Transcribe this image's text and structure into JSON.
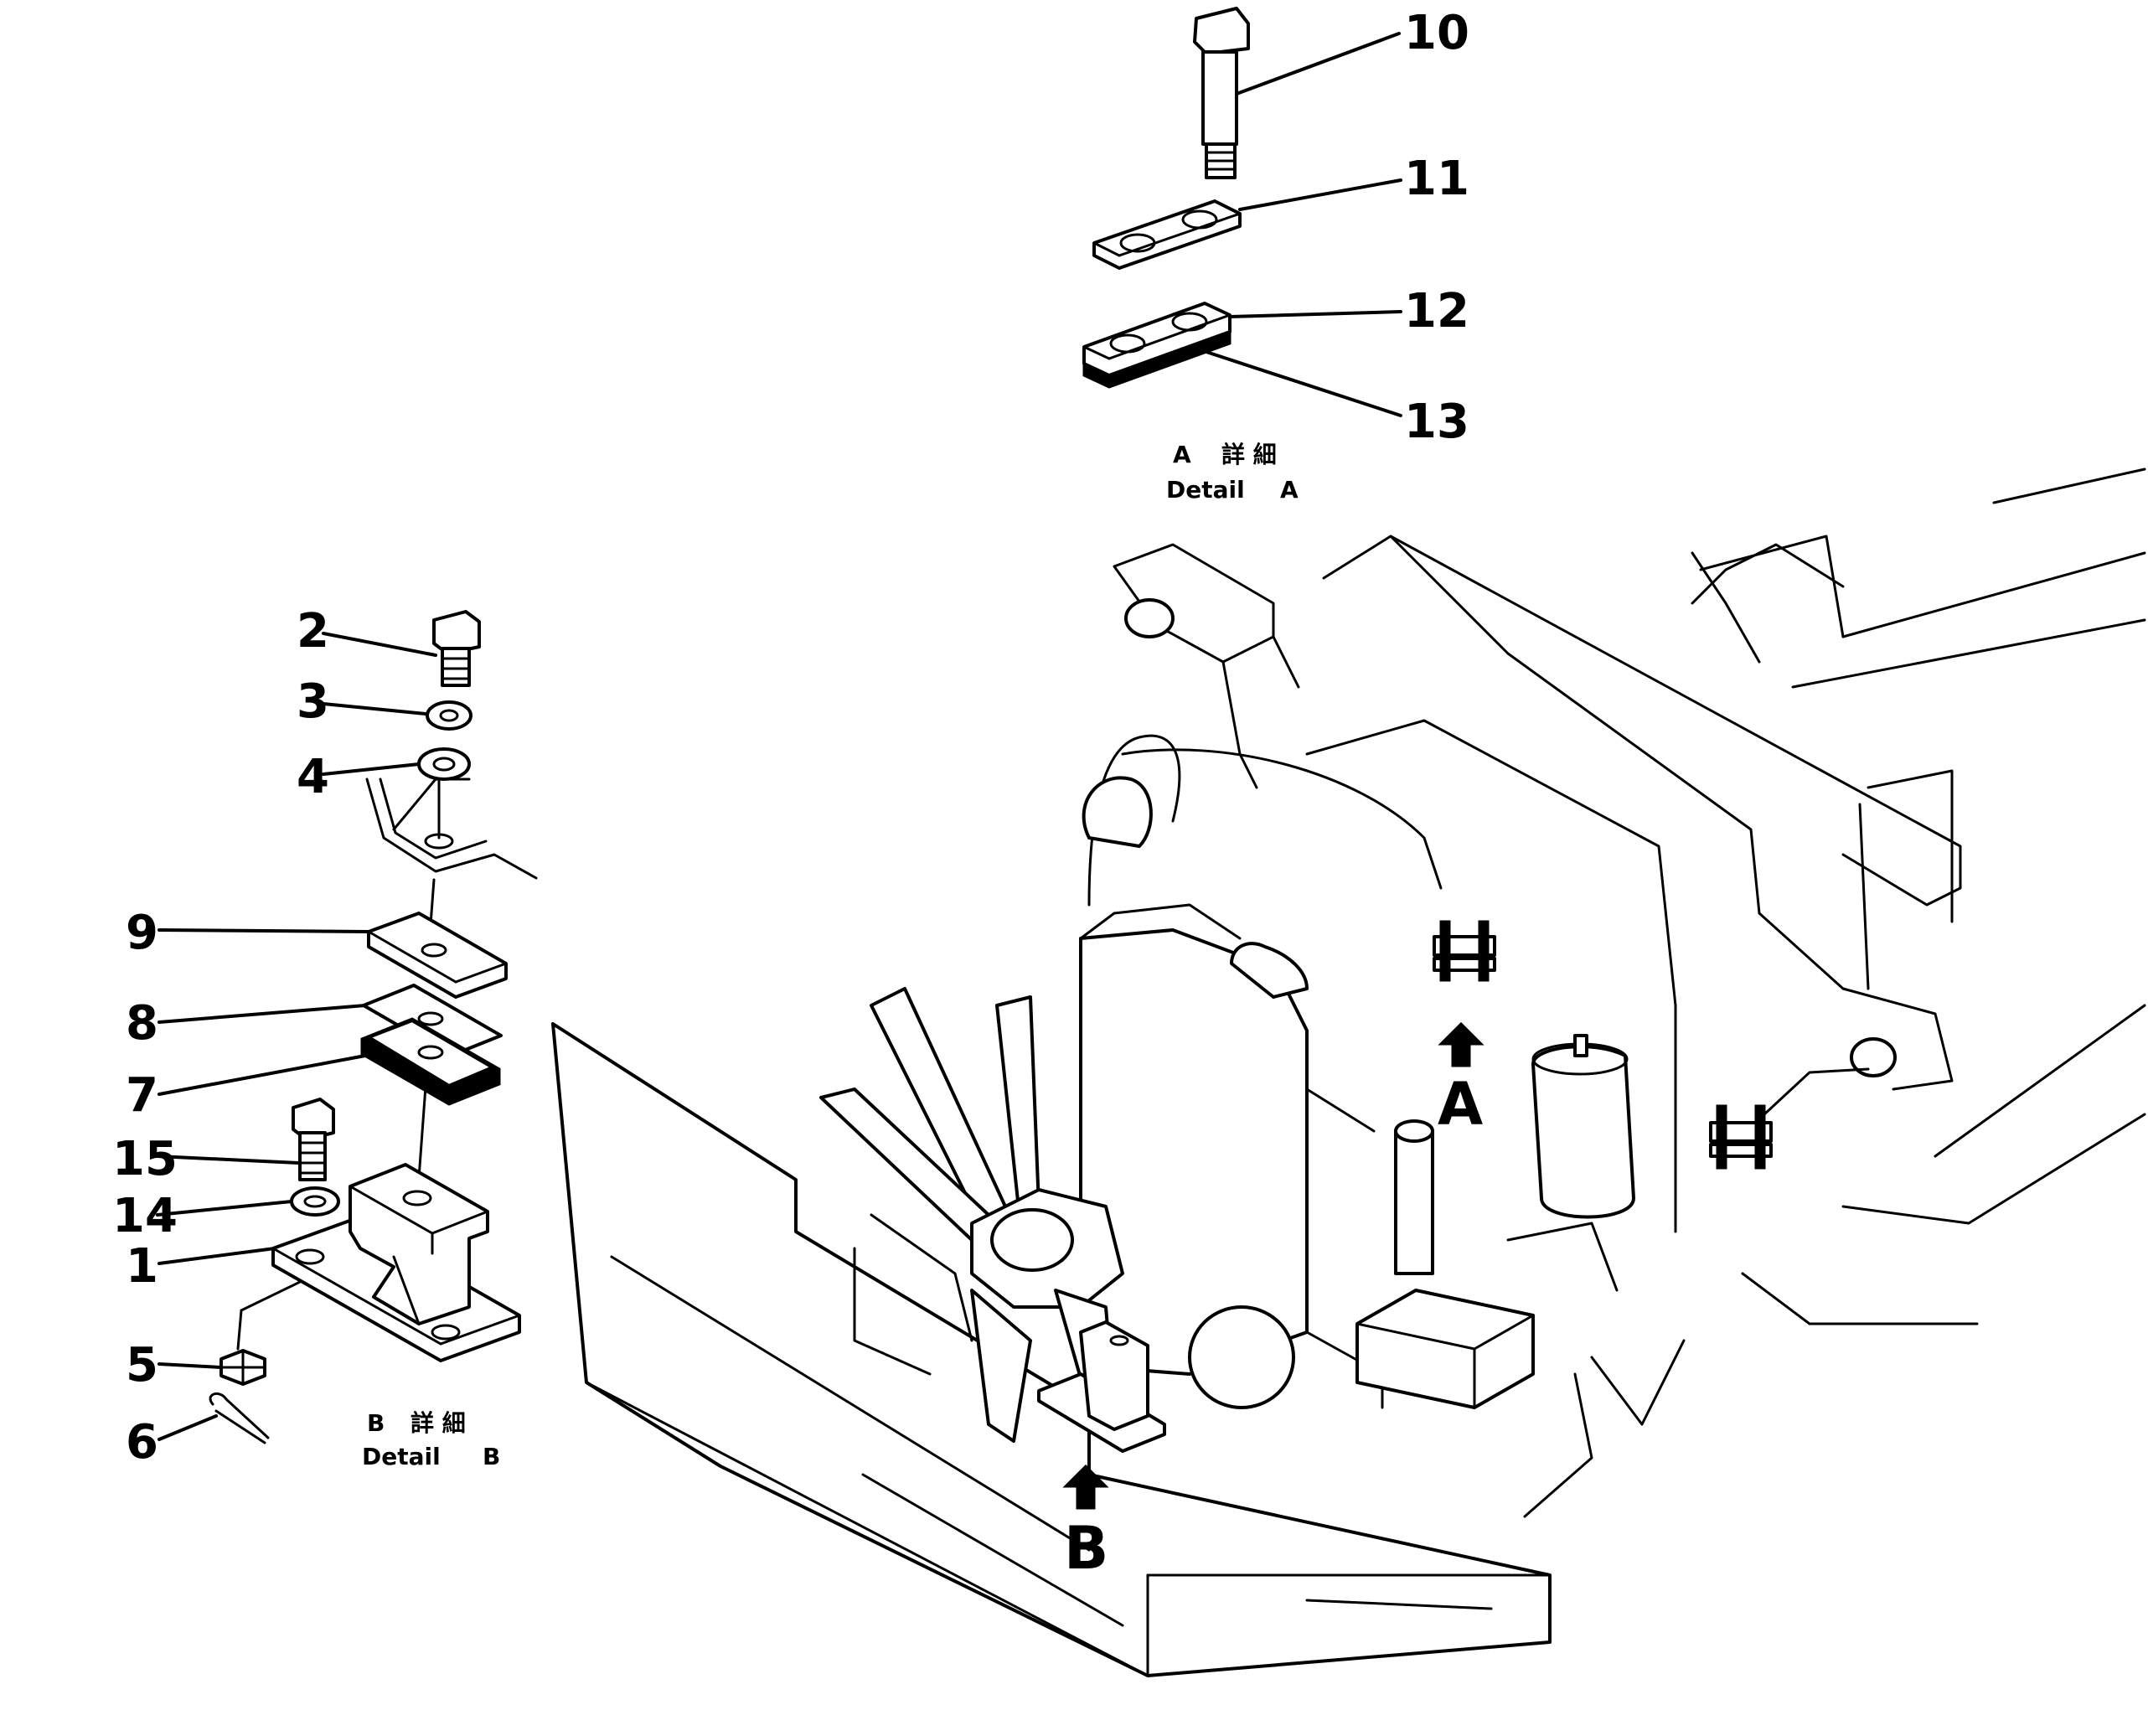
{
  "callouts": {
    "c1": "1",
    "c2": "2",
    "c3": "3",
    "c4": "4",
    "c5": "5",
    "c6": "6",
    "c7": "7",
    "c8": "8",
    "c9": "9",
    "c10": "10",
    "c11": "11",
    "c12": "12",
    "c13": "13",
    "c14": "14",
    "c15": "15"
  },
  "detail_a": {
    "jp_letter": "A",
    "jp_word": "詳 細",
    "en_word": "Detail",
    "en_letter": "A"
  },
  "detail_b": {
    "jp_letter": "B",
    "jp_word": "詳 細",
    "en_word": "Detail",
    "en_letter": "B"
  },
  "view_arrows": {
    "a": "A",
    "b": "B"
  }
}
